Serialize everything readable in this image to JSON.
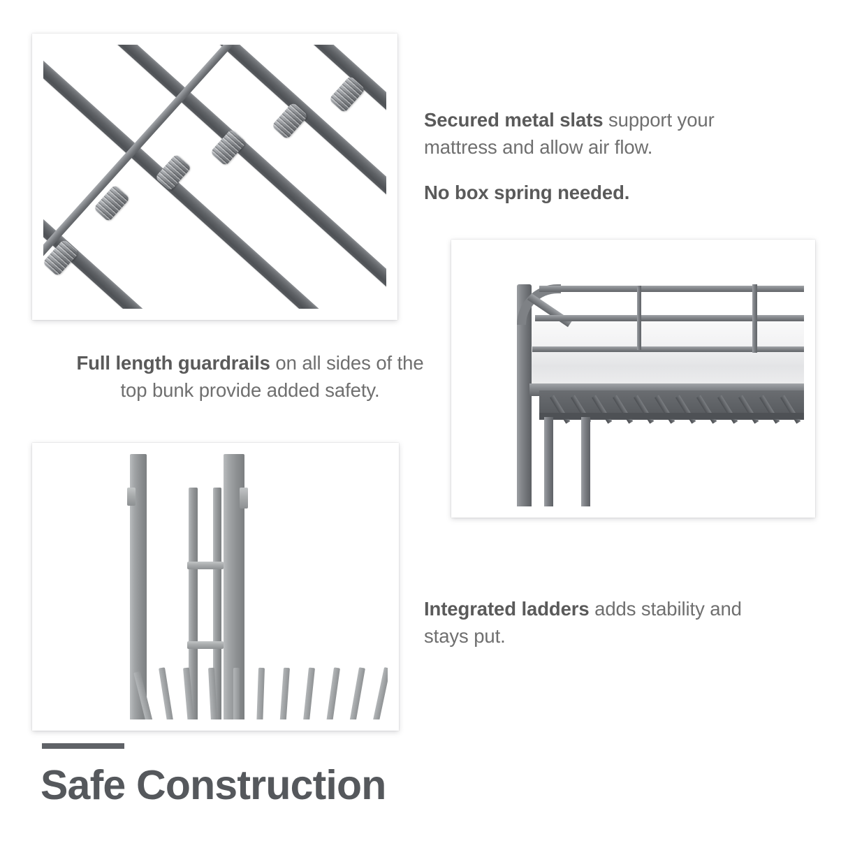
{
  "page": {
    "title": "Safe Construction",
    "accent_color": "#5f6267",
    "background_color": "#ffffff",
    "text_color": "#6f6f6f",
    "bold_text_color": "#5a5a5a"
  },
  "features": [
    {
      "id": "secured-metal-slats",
      "image_alt": "Close-up of secured metal bed slats with clamp collars on a support rod",
      "lead": "Secured metal slats",
      "rest": " support your mattress and allow air flow.",
      "second_line": "No box spring needed.",
      "align": "left"
    },
    {
      "id": "full-length-guardrails",
      "image_alt": "Corner of top bunk showing full length metal guardrails and mattress",
      "lead": "Full length guardrails",
      "rest": " on all sides of the top bunk provide added safety.",
      "align": "center"
    },
    {
      "id": "integrated-ladders",
      "image_alt": "Integrated metal ladder welded between the bunk bed posts",
      "lead": "Integrated ladders",
      "rest": " adds stability and stays put.",
      "align": "left"
    }
  ],
  "colors": {
    "slat_dark": "#5d6064",
    "slat_highlight": "#8d9094",
    "frame_metal": "#8d9092",
    "mattress": "#f2f2f3",
    "panel_border": "#ffffff"
  }
}
